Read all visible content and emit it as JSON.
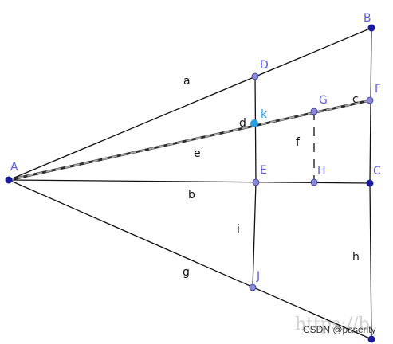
{
  "diagram": {
    "points": [
      {
        "id": "A",
        "label": "A",
        "kind": "free"
      },
      {
        "id": "B",
        "label": "B",
        "kind": "free"
      },
      {
        "id": "C",
        "label": "C",
        "kind": "free"
      },
      {
        "id": "D",
        "label": "D",
        "kind": "dependent"
      },
      {
        "id": "E",
        "label": "E",
        "kind": "dependent"
      },
      {
        "id": "F",
        "label": "F",
        "kind": "dependent"
      },
      {
        "id": "G",
        "label": "G",
        "kind": "dependent"
      },
      {
        "id": "H",
        "label": "H",
        "kind": "dependent"
      },
      {
        "id": "J",
        "label": "J",
        "kind": "dependent"
      },
      {
        "id": "K",
        "label": "k",
        "kind": "highlight"
      },
      {
        "id": "L",
        "label": "",
        "kind": "free"
      }
    ],
    "segment_labels": [
      "a",
      "b",
      "c",
      "d",
      "e",
      "f",
      "g",
      "h",
      "i"
    ],
    "colors": {
      "line": "#111111",
      "dashed_ray": "#9a9a9a",
      "point_free": "#1a1aa0",
      "point_dependent": "#8a8ad8",
      "point_highlight": "#2a9de0",
      "label_point": "#5b5bd6",
      "label_highlight": "#2a9de0"
    }
  },
  "watermark": {
    "text": "https://b",
    "credit": "CSDN @paserity"
  }
}
